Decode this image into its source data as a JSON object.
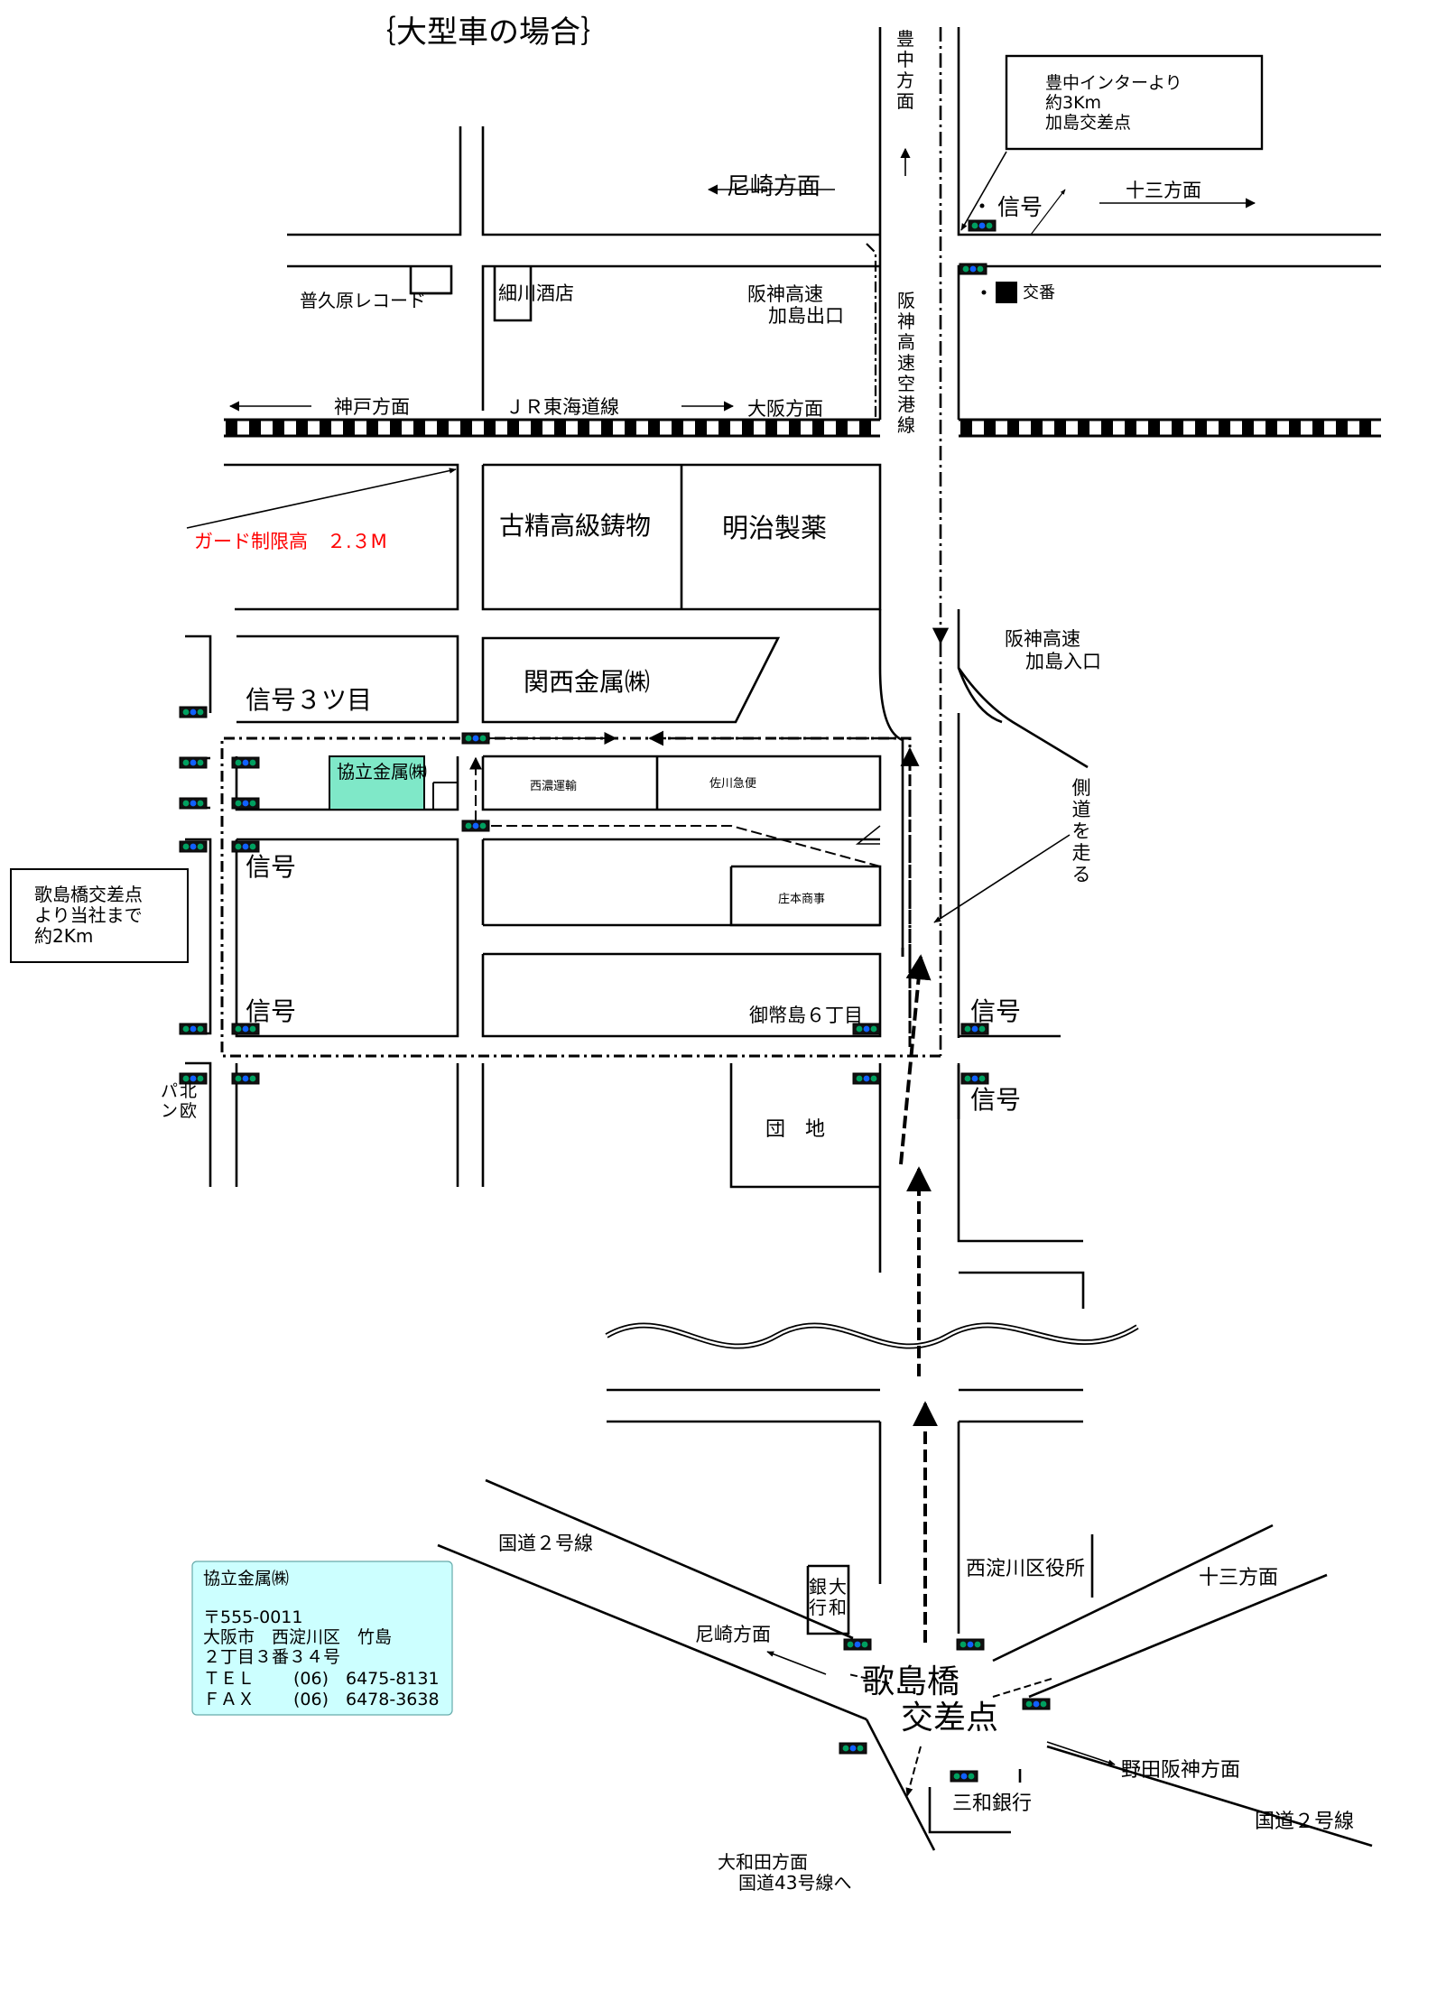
{
  "title": "｛大型車の場合｝",
  "colors": {
    "company_fill": "#7fe8c8",
    "info_box_fill": "#ccffff",
    "guard_text": "#ff0000",
    "signal_green": "#00a060",
    "signal_blue": "#1060ff"
  },
  "notes": {
    "toyonaka": [
      "豊中インターより",
      "約3Km",
      "加島交差点"
    ],
    "utajimabashi": [
      "歌島橋交差点",
      "より当社まで",
      "約2Km"
    ]
  },
  "directions": {
    "toyonaka": "豊中方面",
    "amagasaki_top": "尼崎方面",
    "juso_top": "十三方面",
    "kobe": "神戸方面",
    "osaka": "大阪方面",
    "juso_bottom": "十三方面",
    "amagasaki_bottom": "尼崎方面",
    "noda": "野田阪神方面",
    "yamato_1": "大和田方面",
    "yamato_2": "国道43号線へ"
  },
  "places": {
    "kuhara": "普久原レコード",
    "hosokawa": "細川酒店",
    "hanshin_exit_1": "阪神高速",
    "hanshin_exit_2": "加島出口",
    "hanshin_airport": "阪神高速空港線",
    "koban": "交番",
    "jr": "ＪＲ東海道線",
    "guard": "ガード制限高　２.３M",
    "kosei": "古精高級鋳物",
    "meiji": "明治製薬",
    "kansai": "関西金属㈱",
    "hanshin_entry_1": "阪神高速",
    "hanshin_entry_2": "加島入口",
    "shinkoku3": "信号３ツ目",
    "kyoritsu": "協立金属㈱",
    "seino": "西濃運輸",
    "sagawa": "佐川急便",
    "kawamoto": "庄本商事",
    "sokudo": "側道を走る",
    "mitejima": "御幣島６丁目",
    "danchi": "団　地",
    "hokuo": "北欧パン",
    "kokudo2_left": "国道２号線",
    "kokudo2_right": "国道２号線",
    "yamato_bank": "大和銀行",
    "nishiyodogawa": "西淀川区役所",
    "utajima_1": "歌島橋",
    "utajima_2": "交差点",
    "sanwa": "三和銀行"
  },
  "signals": {
    "top_right": "信号",
    "mid_left": "信号",
    "low_left": "信号",
    "low_right": "信号",
    "bottom_right": "信号"
  },
  "company_info": {
    "name": "協立金属㈱",
    "postal": "〒555-0011",
    "address1": "大阪市　西淀川区　竹島",
    "address2": "２丁目３番３４号",
    "tel_label": "ＴＥＬ",
    "tel": "(06)　6475-8131",
    "fax_label": "ＦＡＸ",
    "fax": "(06)　6478-3638"
  }
}
